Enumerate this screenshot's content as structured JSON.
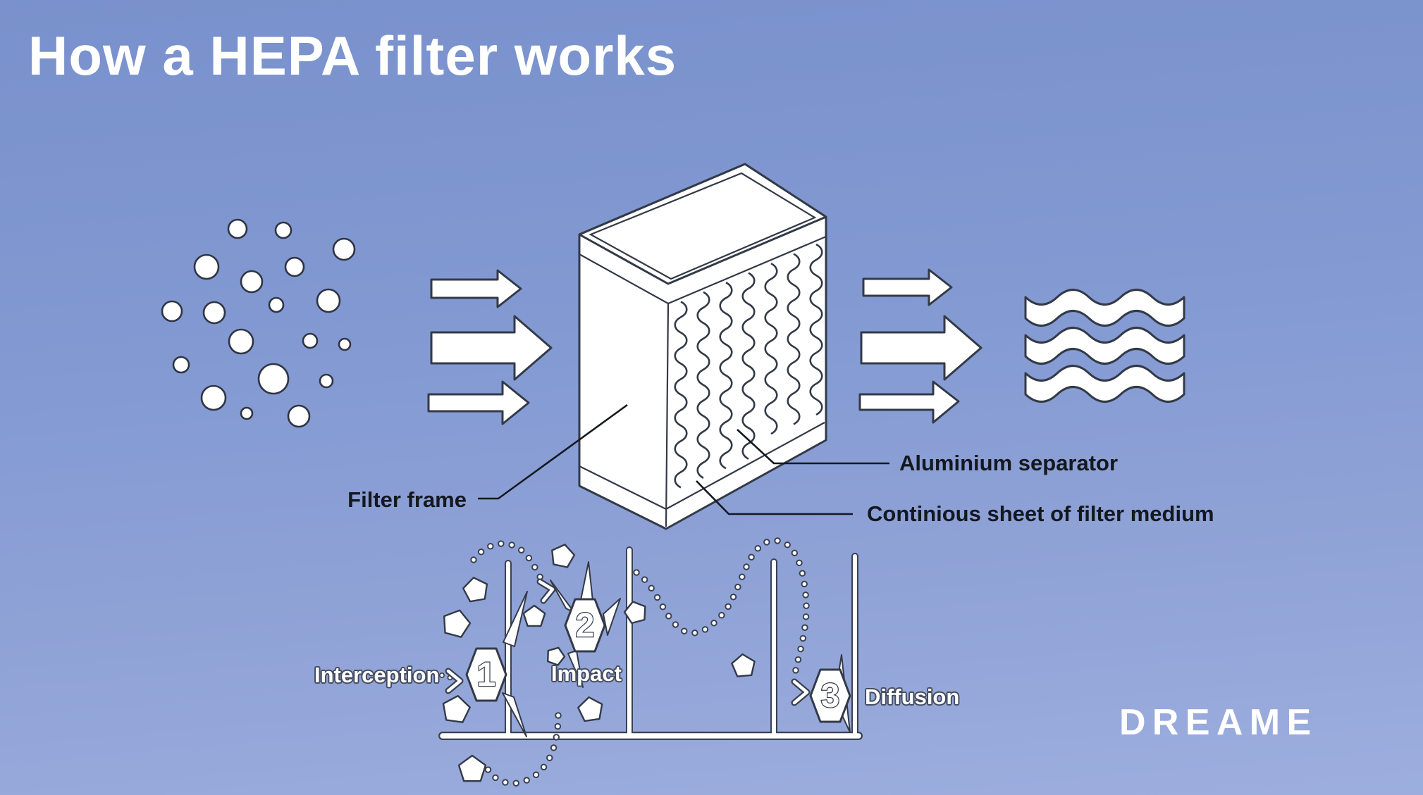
{
  "title": "How a HEPA filter works",
  "filter_labels": {
    "frame": "Filter frame",
    "separator": "Aluminium separator",
    "medium": "Continious sheet of filter medium"
  },
  "mechanisms": [
    {
      "number": "1",
      "label": "Interception"
    },
    {
      "number": "2",
      "label": "Impact"
    },
    {
      "number": "3",
      "label": "Diffusion"
    }
  ],
  "brand": {
    "logo": "DREAME"
  },
  "icons": {
    "dust_particles": "dust-particle-circles",
    "airflow_in": "arrow-right-icons",
    "airflow_out": "arrow-right-icons",
    "clean_air": "wavy-air-ribbons"
  },
  "colors": {
    "background_top": "#7991cc",
    "background_bottom": "#9daede",
    "outline": "#333a47",
    "shape_fill": "#ffffff",
    "title_text": "#ffffff",
    "label_text": "#14181f"
  }
}
